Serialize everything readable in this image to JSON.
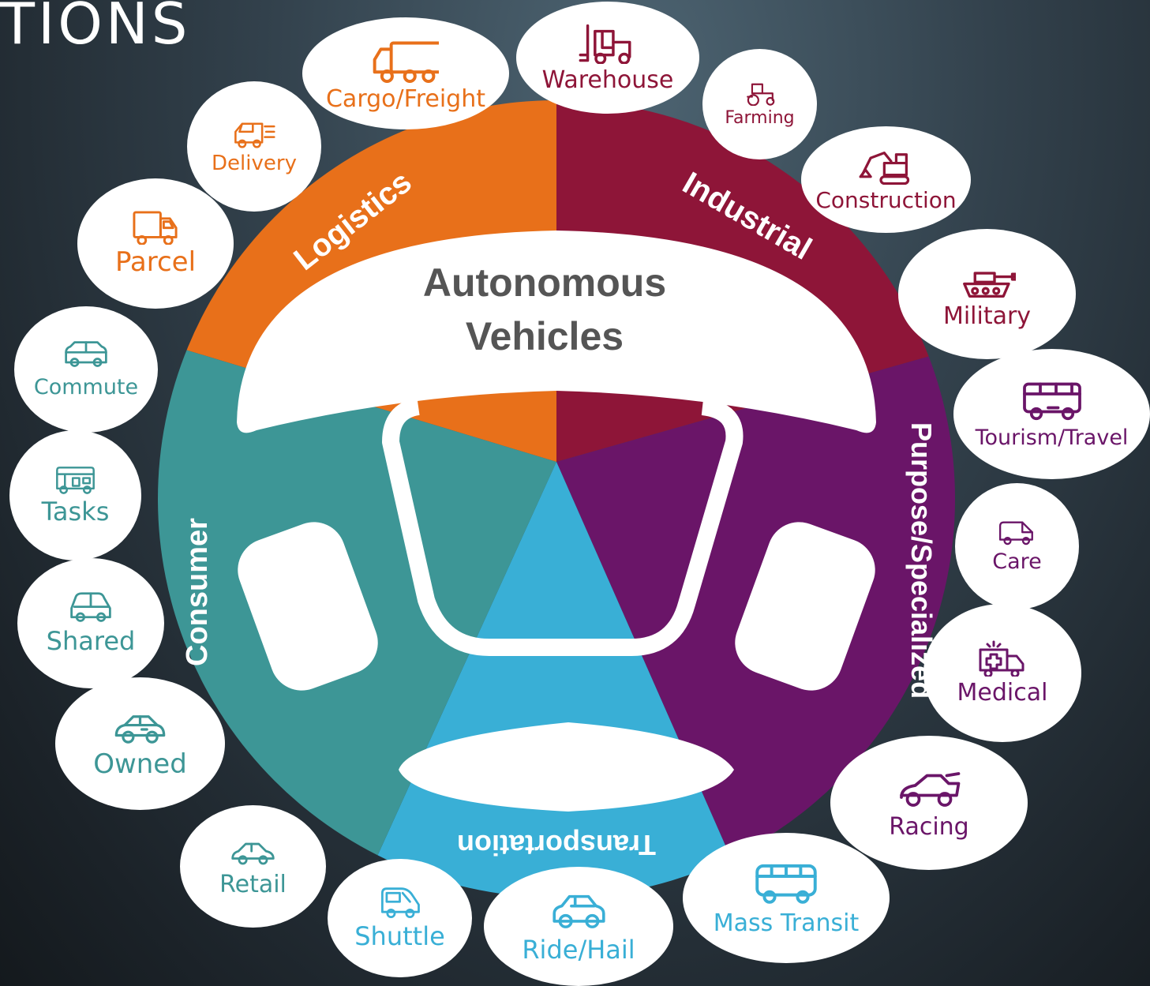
{
  "page": {
    "title": "TIONS"
  },
  "colors": {
    "logistics": "#e8701a",
    "industrial": "#8e1538",
    "specialized": "#6a1568",
    "transportation": "#39afd6",
    "consumer": "#3d9696",
    "center_text": "#555555"
  },
  "center": {
    "line1": "Autonomous",
    "line2": "Vehicles"
  },
  "segments": [
    {
      "id": "logistics",
      "label": "Logistics",
      "color": "#e8701a"
    },
    {
      "id": "industrial",
      "label": "Industrial",
      "color": "#8e1538"
    },
    {
      "id": "specialized",
      "label": "Purpose/Specialized",
      "color": "#6a1568"
    },
    {
      "id": "transportation",
      "label": "Transportation",
      "color": "#39afd6"
    },
    {
      "id": "consumer",
      "label": "Consumer",
      "color": "#3d9696"
    }
  ],
  "bubbles": [
    {
      "label": "Cargo/Freight",
      "icon": "cargo-truck-icon",
      "color": "#e8701a"
    },
    {
      "label": "Warehouse",
      "icon": "forklift-icon",
      "color": "#8e1538"
    },
    {
      "label": "Farming",
      "icon": "tractor-icon",
      "color": "#8e1538"
    },
    {
      "label": "Construction",
      "icon": "excavator-icon",
      "color": "#8e1538"
    },
    {
      "label": "Military",
      "icon": "tank-icon",
      "color": "#8e1538"
    },
    {
      "label": "Tourism/Travel",
      "icon": "coach-bus-icon",
      "color": "#6a1568"
    },
    {
      "label": "Care",
      "icon": "van-icon",
      "color": "#6a1568"
    },
    {
      "label": "Medical",
      "icon": "ambulance-icon",
      "color": "#6a1568"
    },
    {
      "label": "Racing",
      "icon": "race-car-icon",
      "color": "#6a1568"
    },
    {
      "label": "Mass Transit",
      "icon": "bus-icon",
      "color": "#39afd6"
    },
    {
      "label": "Ride/Hail",
      "icon": "compact-car-icon",
      "color": "#39afd6"
    },
    {
      "label": "Shuttle",
      "icon": "shuttle-pod-icon",
      "color": "#39afd6"
    },
    {
      "label": "Retail",
      "icon": "sedan-icon",
      "color": "#3d9696"
    },
    {
      "label": "Owned",
      "icon": "coupe-icon",
      "color": "#3d9696"
    },
    {
      "label": "Shared",
      "icon": "hatchback-icon",
      "color": "#3d9696"
    },
    {
      "label": "Tasks",
      "icon": "camper-van-icon",
      "color": "#3d9696"
    },
    {
      "label": "Commute",
      "icon": "suv-icon",
      "color": "#3d9696"
    },
    {
      "label": "Parcel",
      "icon": "box-truck-icon",
      "color": "#e8701a"
    },
    {
      "label": "Delivery",
      "icon": "fast-van-icon",
      "color": "#e8701a"
    }
  ]
}
